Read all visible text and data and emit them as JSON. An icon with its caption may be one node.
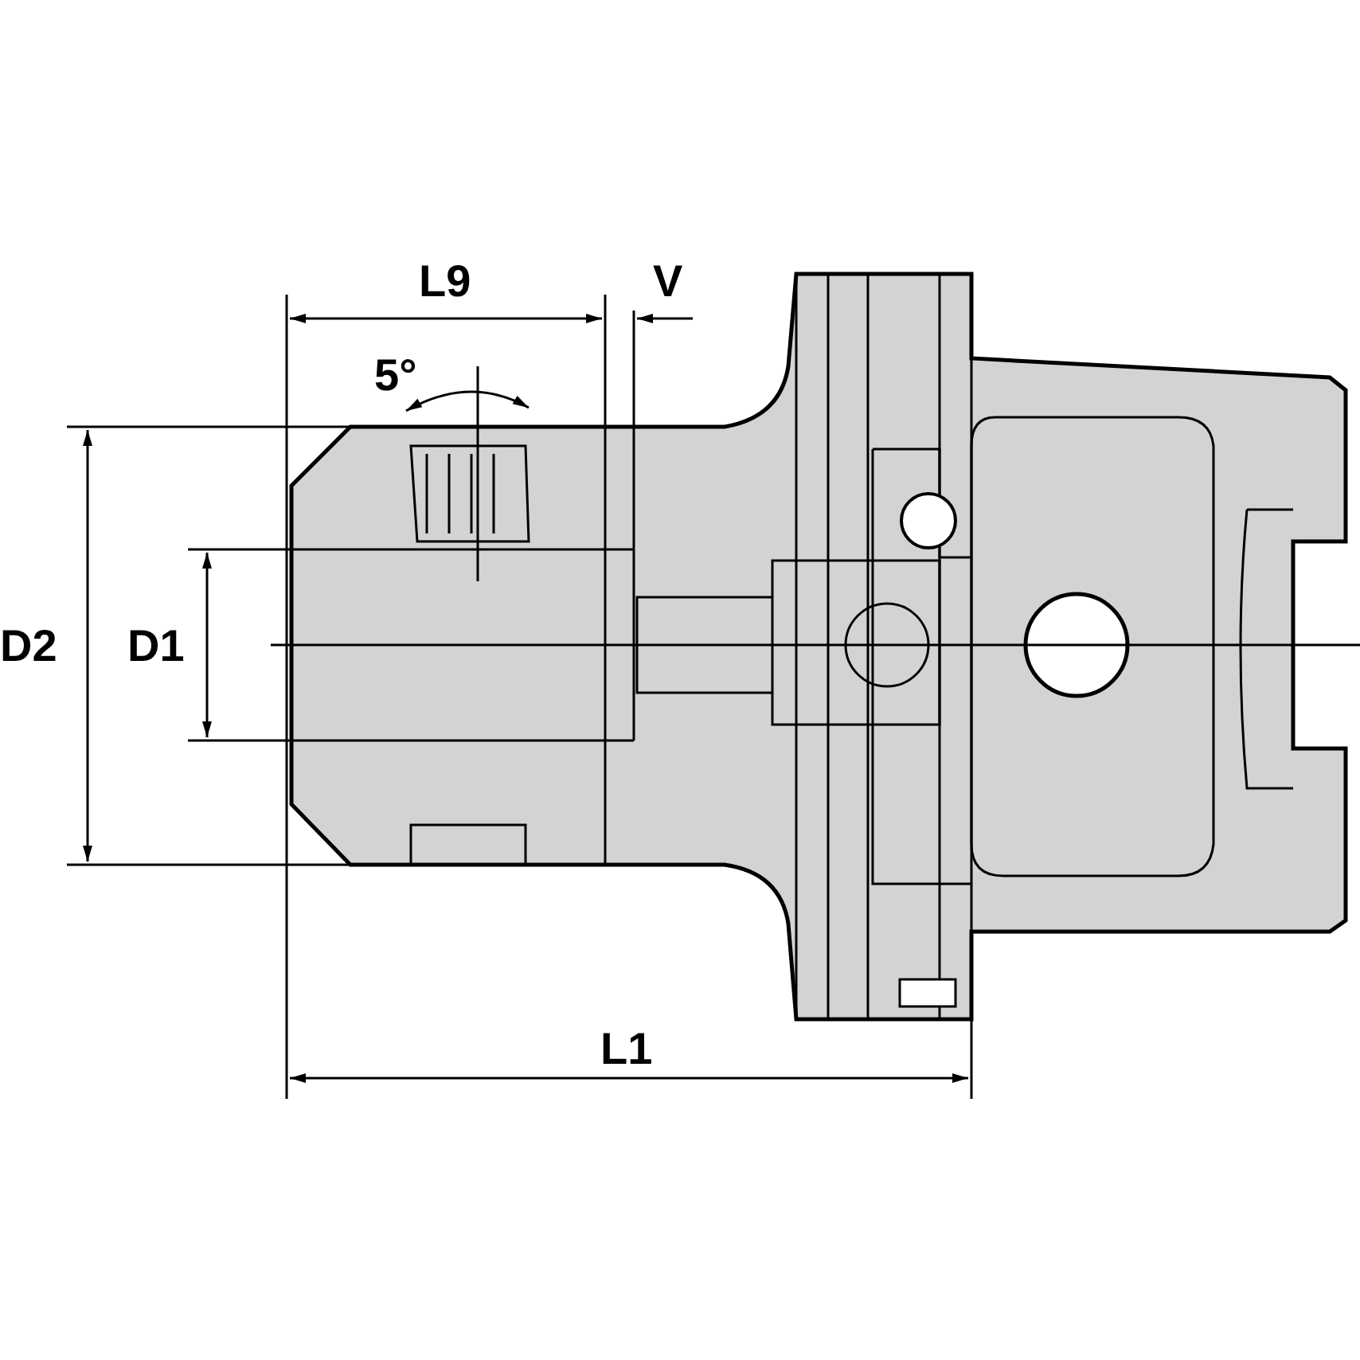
{
  "diagram": {
    "labels": [
      "L9",
      "V",
      "5°",
      "D2",
      "D1",
      "L1"
    ]
  }
}
